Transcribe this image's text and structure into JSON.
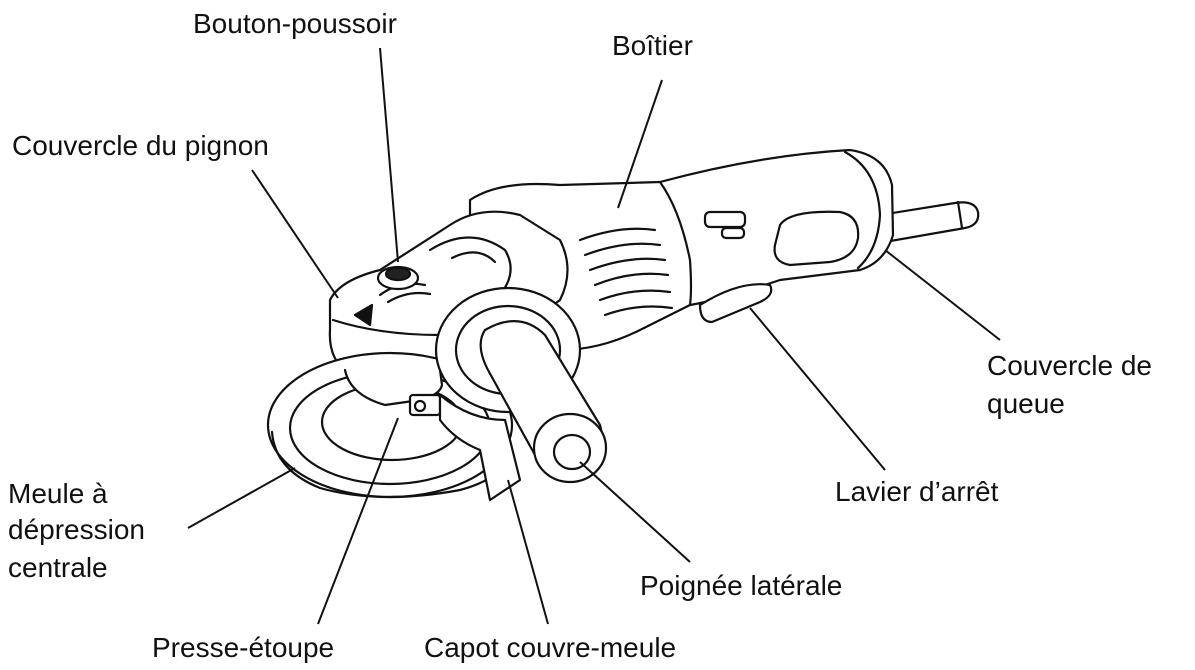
{
  "labels": {
    "bouton_poussoir": "Bouton-poussoir",
    "boitier": "Boîtier",
    "couvercle_pignon": "Couvercle du pignon",
    "couvercle_queue_1": "Couvercle de",
    "couvercle_queue_2": "queue",
    "lavier_arret": "Lavier d’arrêt",
    "meule_1": "Meule à",
    "meule_2": "dépression",
    "meule_3": "centrale",
    "poignee_laterale": "Poignée latérale",
    "presse_etoupe": "Presse-étoupe",
    "capot": "Capot couvre-meule"
  },
  "colors": {
    "ink": "#111111",
    "paper": "#ffffff",
    "shade": "#d8d8d8"
  }
}
